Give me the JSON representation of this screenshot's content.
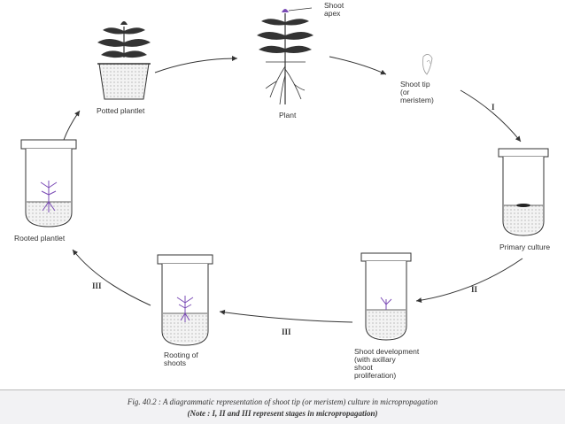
{
  "labels": {
    "shoot_apex": "Shoot apex",
    "plant": "Plant",
    "shoot_tip": "Shoot tip (or meristem)",
    "potted_plantlet": "Potted plantlet",
    "primary_culture": "Primary culture",
    "rooted_plantlet": "Rooted plantlet",
    "shoot_development": "Shoot development (with axillary shoot proliferation)",
    "rooting_of_shoots": "Rooting of shoots"
  },
  "stages": {
    "I": "I",
    "II_right": "II",
    "II_bottom": "III",
    "III_left": "III"
  },
  "caption": {
    "line1": "Fig. 40.2 : A diagrammatic representation of shoot tip (or meristem) culture in micropropagation",
    "line2": "(Note : I, II and III represent stages in micropropagation)"
  },
  "colors": {
    "line": "#333333",
    "medium": "#e6e6e6",
    "explant": "#7a4bb5",
    "caption_bg": "#f2f2f4"
  }
}
